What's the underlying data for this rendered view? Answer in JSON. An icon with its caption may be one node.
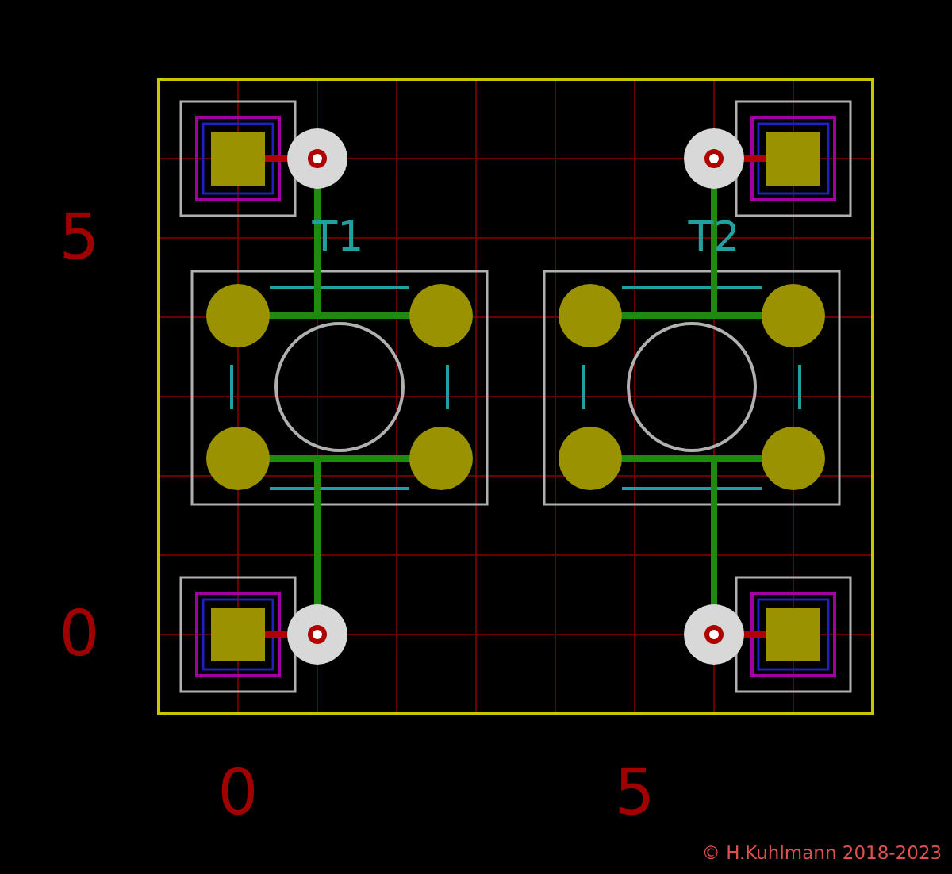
{
  "diagram": {
    "labels": [
      "5",
      "T1",
      "T2",
      "0",
      "0",
      "5",
      "© H.Kuhlmann 2018-2023"
    ]
  }
}
